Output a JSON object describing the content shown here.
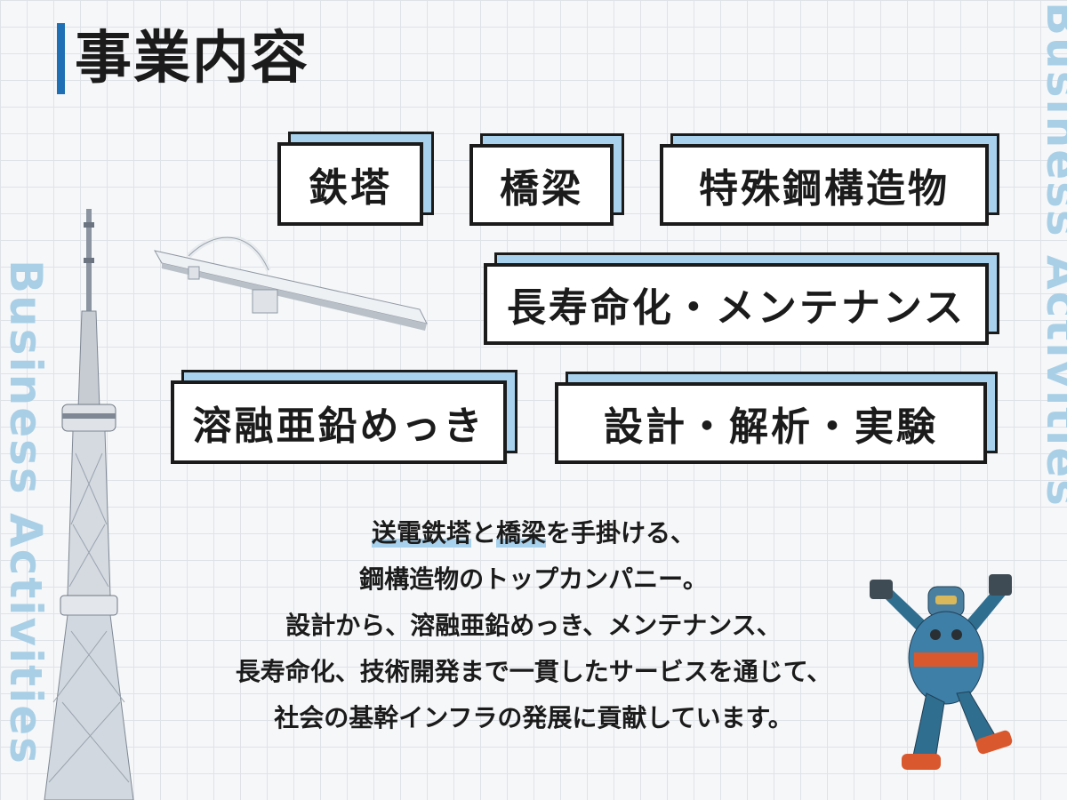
{
  "page": {
    "title": "事業内容"
  },
  "side_text": {
    "left": "Business Activities",
    "right": "Business Activities"
  },
  "tags": {
    "tower": "鉄塔",
    "bridge": "橋梁",
    "special": "特殊鋼構造物",
    "maintenance": "長寿命化・メンテナンス",
    "galvanize": "溶融亜鉛めっき",
    "design": "設計・解析・実験"
  },
  "description": {
    "line1_hl1": "送電鉄塔",
    "line1_mid": "と",
    "line1_hl2": "橋梁",
    "line1_end": "を手掛ける、",
    "line2": "鋼構造物のトップカンパニー。",
    "line3": "設計から、溶融亜鉛めっき、メンテナンス、",
    "line4": "長寿命化、技術開発まで一貫したサービスを通じて、",
    "line5": "社会の基幹インフラの発展に貢献しています。"
  },
  "images": [
    "tower-illustration",
    "bridge-illustration",
    "robot-illustration"
  ],
  "colors": {
    "accent": "#1f6fb4",
    "tag_shadow": "#a7d1ec",
    "side_text": "#a9cfe6"
  }
}
